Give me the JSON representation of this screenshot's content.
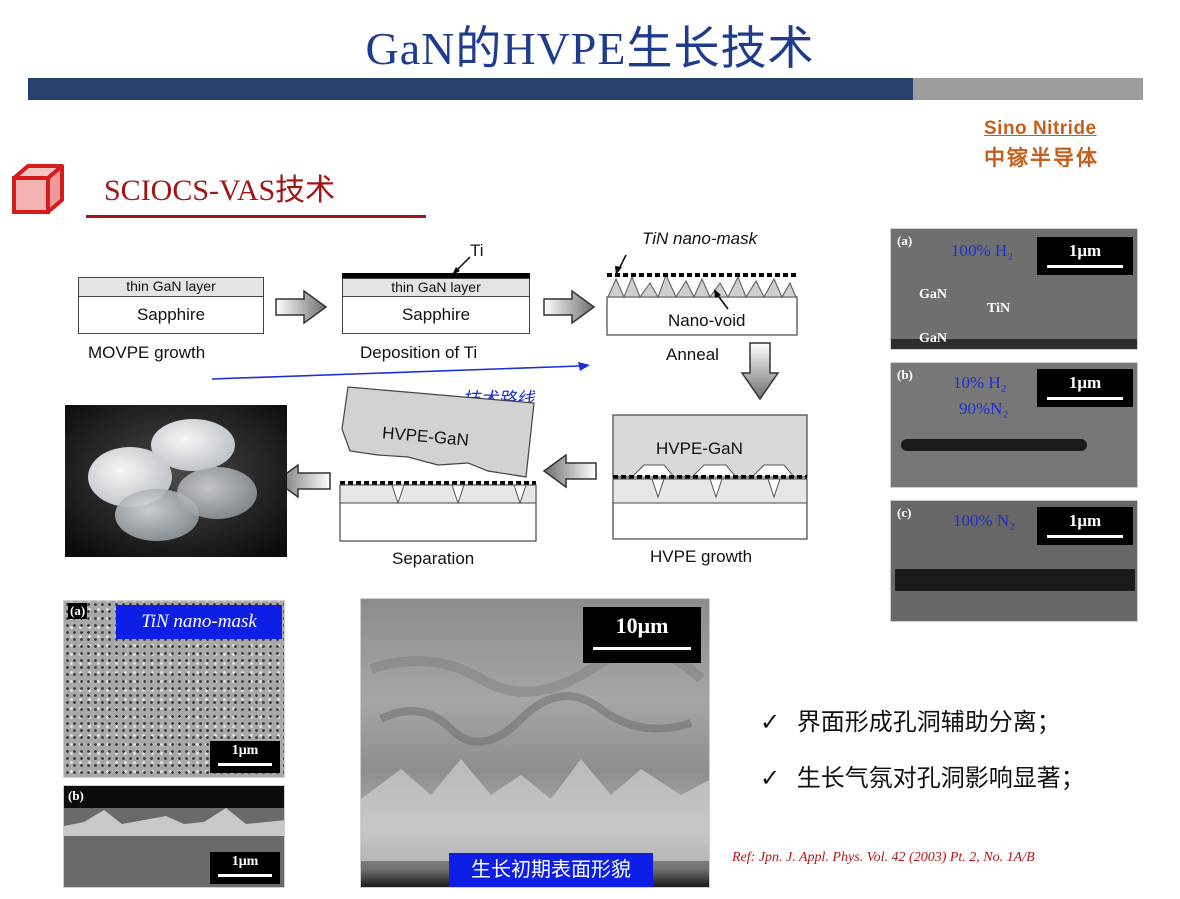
{
  "slide": {
    "title": "GaN的HVPE生长技术",
    "section_title": "SCIOCS-VAS技术",
    "logo_en": "Sino Nitride",
    "logo_cn": "中镓半导体",
    "accent_blue": "#26416b",
    "accent_red": "#a11515",
    "logo_color": "#c4601b"
  },
  "process": {
    "steps": {
      "movpe": {
        "layer": "thin GaN layer",
        "substrate": "Sapphire",
        "caption": "MOVPE growth"
      },
      "deposition": {
        "ti": "Ti",
        "layer": "thin GaN layer",
        "substrate": "Sapphire",
        "caption": "Deposition of Ti"
      },
      "anneal": {
        "mask": "TiN nano-mask",
        "void": "Nano-void",
        "caption": "Anneal"
      },
      "hvpe_growth": {
        "film": "HVPE-GaN",
        "caption": "HVPE growth"
      },
      "separation": {
        "film": "HVPE-GaN",
        "caption": "Separation"
      }
    },
    "route_label": "技术路线"
  },
  "sem_right": [
    {
      "tag": "(a)",
      "cond": "100% H₂",
      "scale": "1μm",
      "gan_top": "GaN",
      "tin": "TiN",
      "gan_bottom": "GaN"
    },
    {
      "tag": "(b)",
      "cond1": "10% H₂",
      "cond2": "90%N₂",
      "scale": "1μm"
    },
    {
      "tag": "(c)",
      "cond": "100% N₂",
      "scale": "1μm"
    }
  ],
  "sem_bottom_left": [
    {
      "tag": "(a)",
      "label": "TiN nano-mask",
      "scale": "1μm"
    },
    {
      "tag": "(b)",
      "scale": "1μm"
    }
  ],
  "sem_center": {
    "scale": "10μm",
    "caption": "生长初期表面形貌"
  },
  "bullets": [
    "界面形成孔洞辅助分离；",
    "生长气氛对孔洞影响显著；"
  ],
  "check_glyph": "✓",
  "reference": "Ref: Jpn. J. Appl. Phys. Vol. 42 (2003) Pt. 2, No. 1A/B"
}
